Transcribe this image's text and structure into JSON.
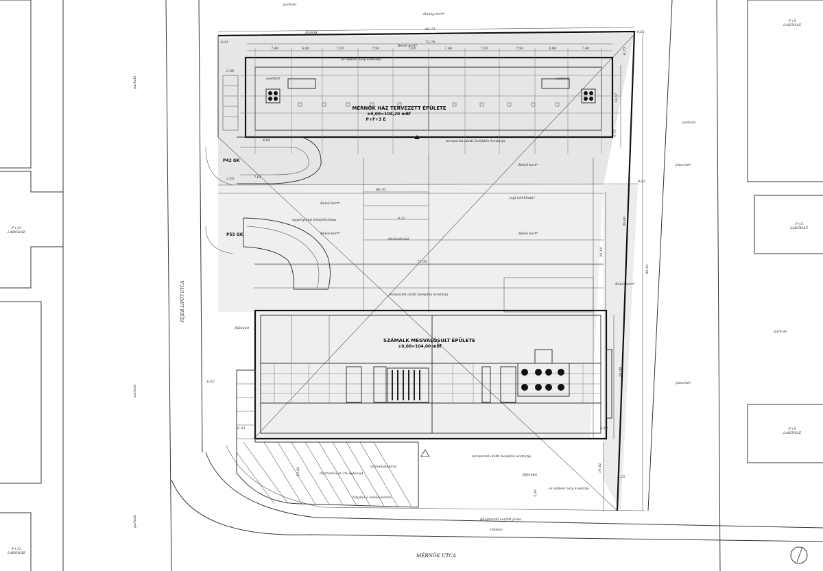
{
  "street_labels": {
    "mernok_utca": "MÉRNÖK UTCA",
    "fejer_lipot_utca": "FEJÉR LIPÓT UTCA"
  },
  "buildings": {
    "planned_title": "MÉRNÖK HÁZ TERVEZETT ÉPÜLETE",
    "planned_level": "±0,00=104,20 mBf",
    "planned_floors": "P+F+3 E",
    "existing_title": "SZÁMALK MEGVALÓSULT ÉPÜLETE",
    "existing_level": "±0,00=104,00 mBf"
  },
  "neighbors": {
    "lakohaz_top_left": "F+13\nLAKÓHÁZ",
    "lakohaz_top_right": "F+5\nLAKÓHÁZ",
    "lakohaz_mid_right": "F+5\nLAKÓHÁZ",
    "lakohaz_low_right": "F+5\nLAKÓHÁZ",
    "lakohaz_bottom_left": "F+13\nLAKÓHÁZ"
  },
  "labels": {
    "parkolo": "parkoló",
    "hobby_kert": "Hobby kert*",
    "fasor": "FASOR",
    "jatszoter": "játszótér",
    "belso_kert": "Belső kert*",
    "diszburkolat": "díszburkolat",
    "jogi_telekhatar": "jogi telekhatár",
    "egyenyomu": "egyenyomú lehajtórámpa",
    "terepszint_alatti": "terepszint alatti beépítés kontúrja",
    "epitesi_hely": "az építési hely kontúrja",
    "fulfoldfelet": "fűfelület",
    "szemelybejarat": "személybejárat",
    "diszburkolat_lejto": "díszburkolat 2% lejtéssel",
    "folyoka": "folyóka a telekhatáron",
    "feltujtando_jarda": "felújítandó aszfalt járda",
    "zoldsav": "zöldsáv",
    "p42": "P42 GK",
    "p55": "P55 GK",
    "szellozo": "szellőző",
    "hb_level": "-0,12"
  },
  "dimensions": {
    "total_top": "86,73",
    "inner_top": "72,70",
    "segments": [
      "7,40",
      "6,00",
      "7,50",
      "7,50",
      "7,60",
      "7,60",
      "7,50",
      "7,50",
      "6,00",
      "7,40"
    ],
    "mid_width": "86,70",
    "lower_width": "72,68",
    "right_total": "99,90",
    "right_a": "14,57",
    "right_b": "30,66",
    "right_c": "26,14",
    "right_d": "24,68",
    "right_e": "14,42",
    "lvl_top_left": "-0,21",
    "lvl_top_right": "-0,62",
    "lvl_right_mid": "-0,92",
    "lvl_bottom_left": "-0,62",
    "d_3_00": "3,00",
    "d_4_85": "4,85",
    "d_6_25": "6,25",
    "d_5_90": "5,90",
    "d_4_75": "4,75",
    "d_6_75": "6,75",
    "d_12_82": "12,82",
    "d_7_65": "7,65",
    "d_3_55": "3,55",
    "d_6_12": "6,12",
    "d_6_33": "6,33"
  }
}
